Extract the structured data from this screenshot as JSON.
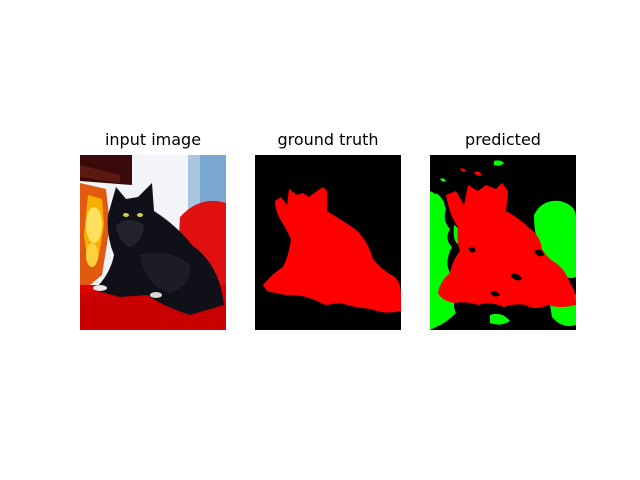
{
  "figure": {
    "panels": [
      {
        "title": "input image"
      },
      {
        "title": "ground truth"
      },
      {
        "title": "predicted"
      }
    ]
  },
  "colors": {
    "background": "#ffffff",
    "mask_background": "#000000",
    "class_cat": "#ff0000",
    "class_other": "#00ff00"
  }
}
